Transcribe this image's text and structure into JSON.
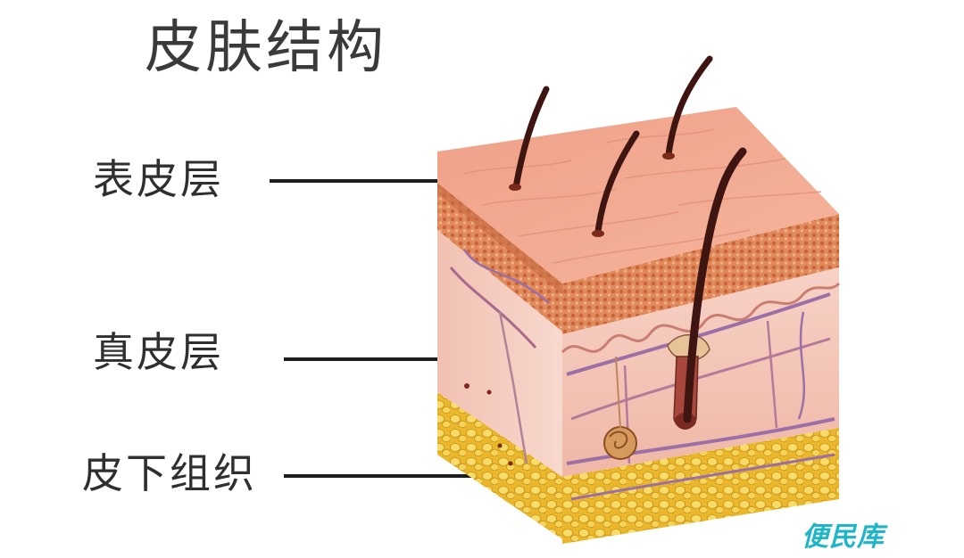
{
  "title": "皮肤结构",
  "labels": {
    "epidermis": "表皮层",
    "dermis": "真皮层",
    "subcutaneous": "皮下组织"
  },
  "watermark": "便民库",
  "colors": {
    "epidermis_top": "#f2a48c",
    "epidermis_granular": "#d9784d",
    "dermis": "#f3c3b6",
    "subcutaneous_fat": "#f1cc3e",
    "hair": "#4a1a12",
    "watermark": "#1fb5c9"
  }
}
